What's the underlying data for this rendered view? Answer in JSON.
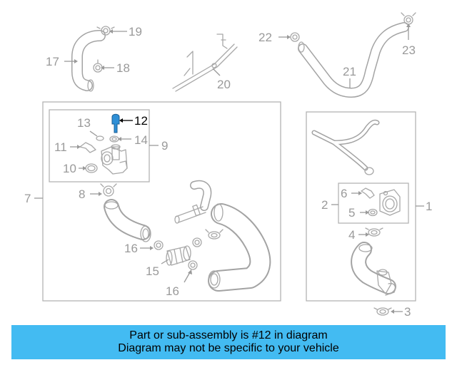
{
  "colors": {
    "banner_bg": "#43bbf2",
    "line_gray": "#a8a8a8",
    "label_gray": "#9a9a9a",
    "highlight_part": "#2e8fd6",
    "highlight_label": "#000000"
  },
  "highlighted_part": "12",
  "labels": {
    "p1": "1",
    "p2": "2",
    "p3": "3",
    "p4": "4",
    "p5": "5",
    "p6": "6",
    "p7": "7",
    "p8": "8",
    "p9": "9",
    "p10": "10",
    "p11": "11",
    "p12": "12",
    "p13": "13",
    "p14": "14",
    "p15": "15",
    "p16a": "16",
    "p16b": "16",
    "p17": "17",
    "p18": "18",
    "p19": "19",
    "p20": "20",
    "p21": "21",
    "p22": "22",
    "p23": "23"
  },
  "banner": {
    "line1": "Part or sub-assembly is #12 in diagram",
    "line2": "Diagram may not be specific to your vehicle"
  }
}
